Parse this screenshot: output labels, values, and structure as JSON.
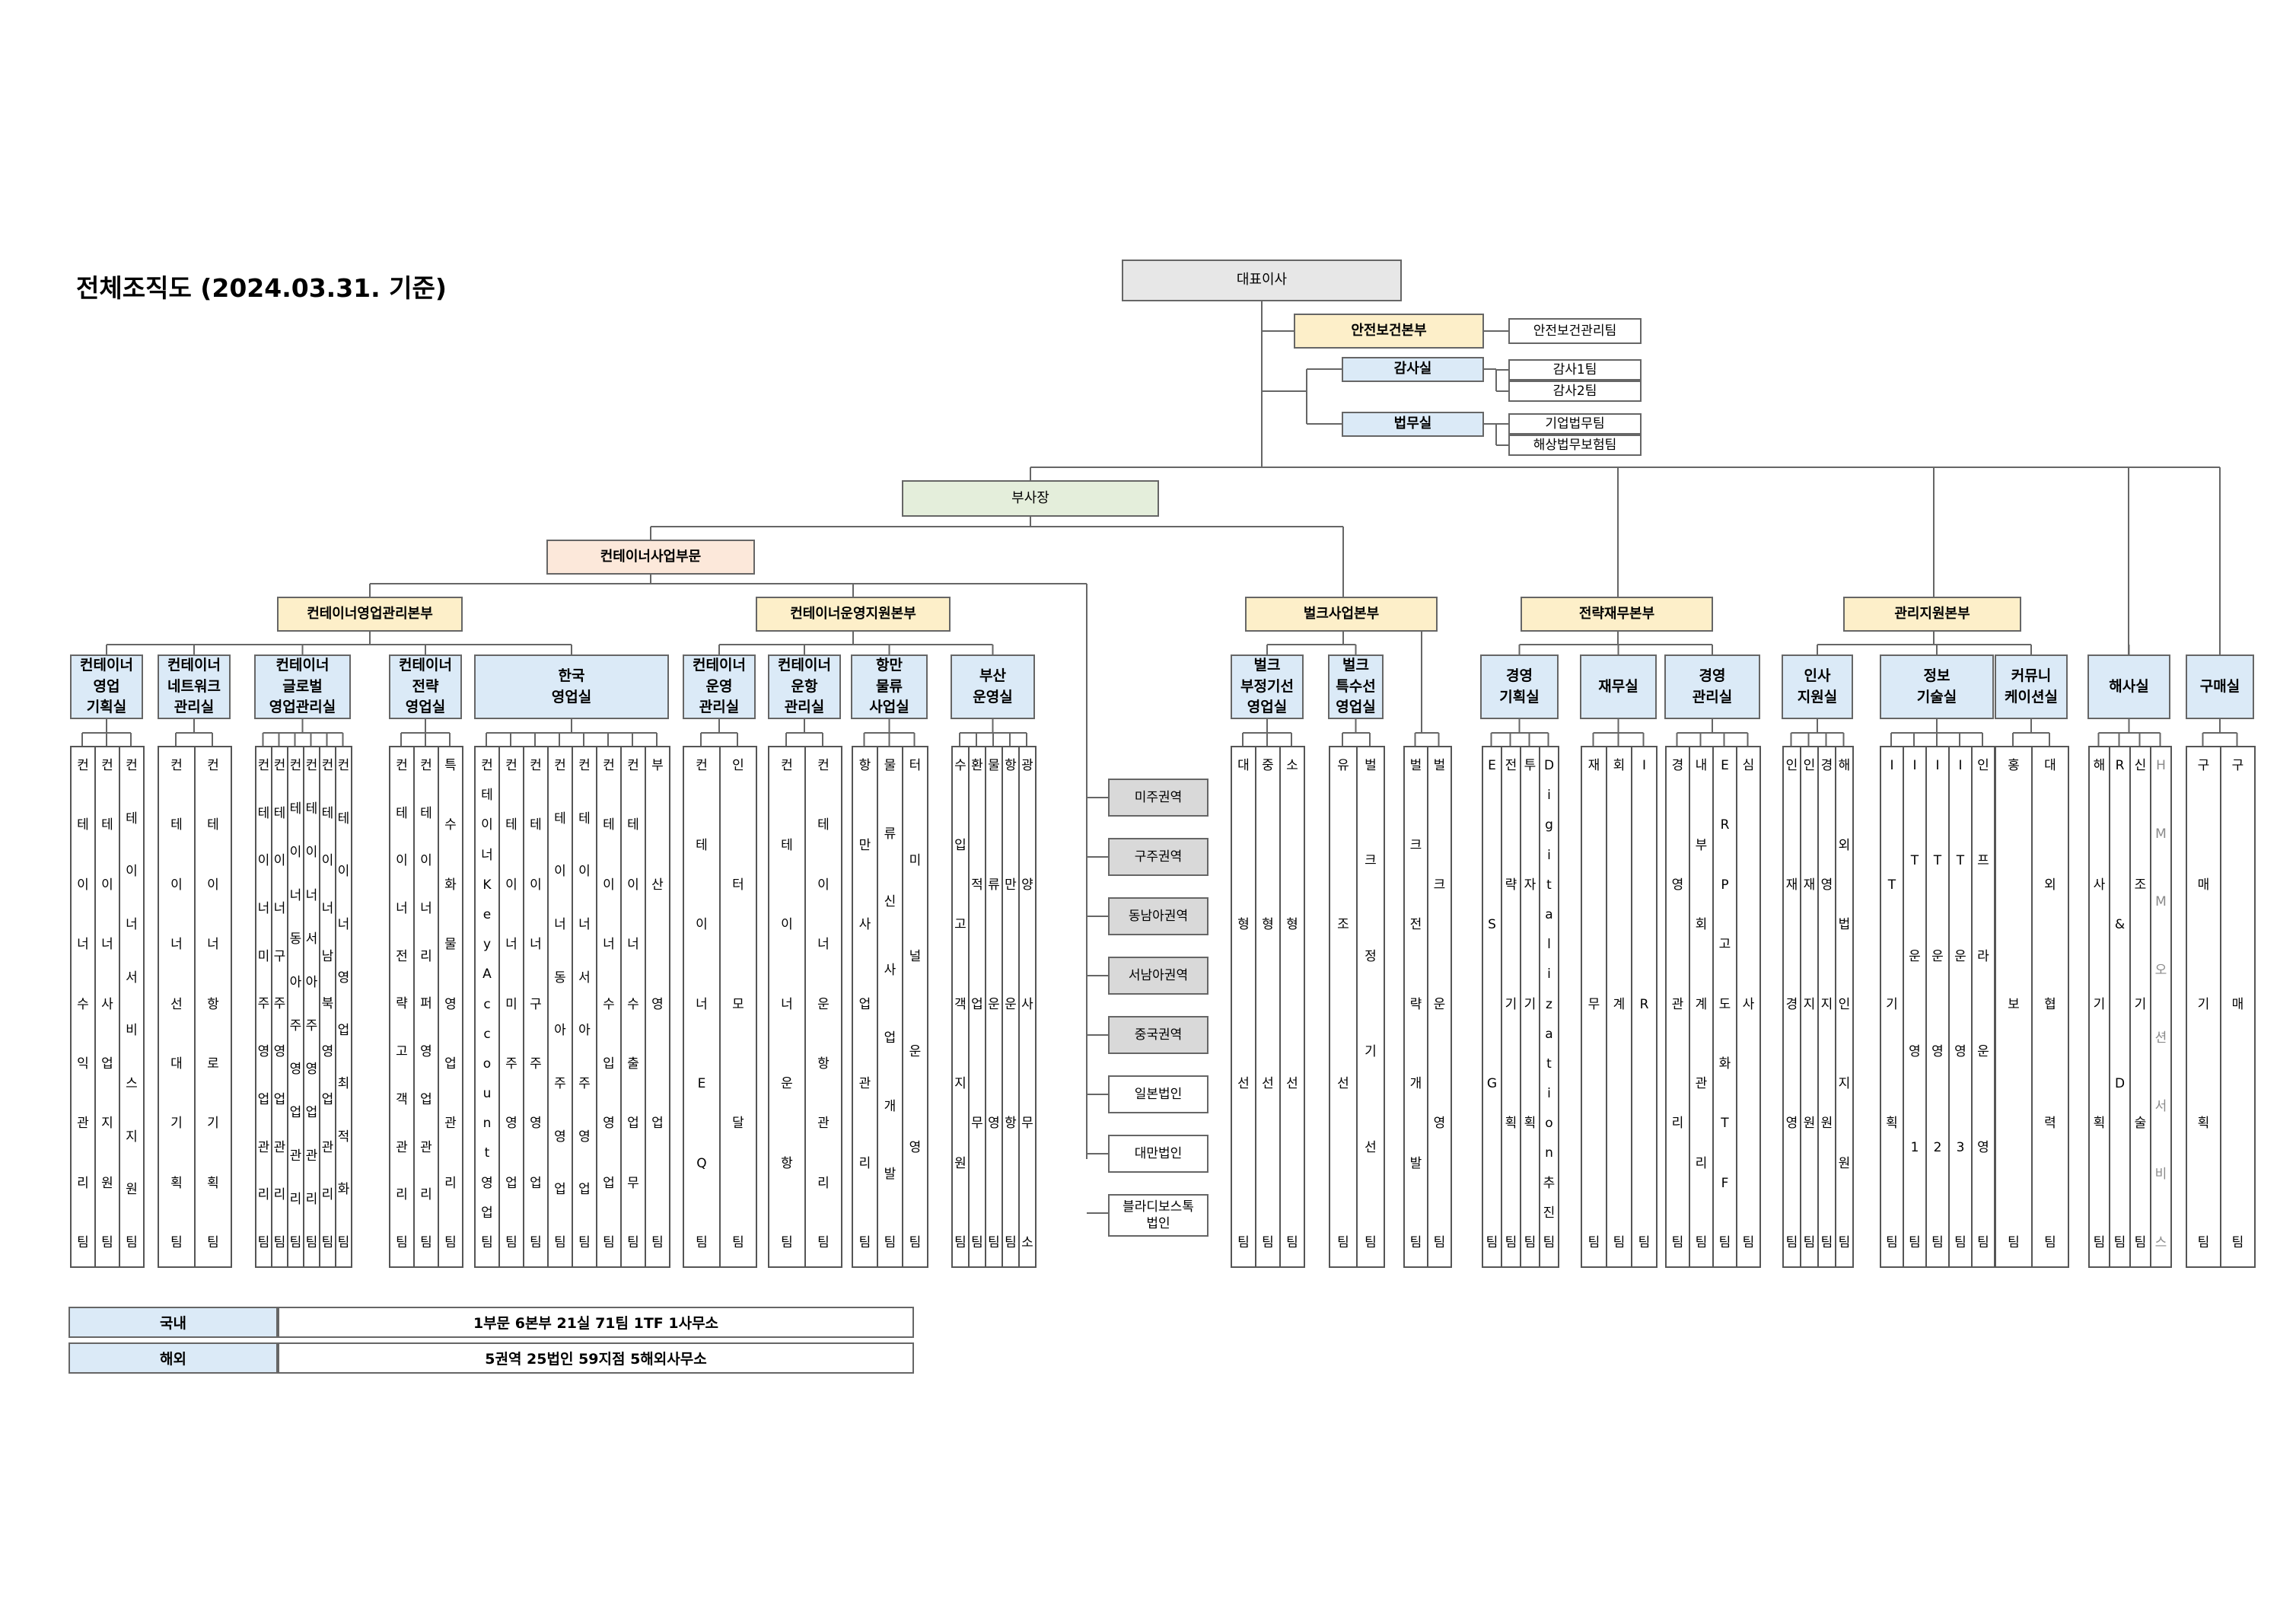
{
  "title": "전체조직도 (2024.03.31. 기준)",
  "nodes": {
    "ceo": "대표이사",
    "safety_hq": "안전보건본부",
    "safety_team": "안전보건관리팀",
    "audit": "감사실",
    "audit1": "감사1팀",
    "audit2": "감사2팀",
    "legal": "법무실",
    "legal1": "기업법무팀",
    "legal2": "해상법무보험팀",
    "vp": "부사장",
    "container_div": "컨테이너사업부문",
    "cont_sales_hq": "컨테이너영업관리본부",
    "cont_ops_hq": "컨테이너운영지원본부",
    "bulk_hq": "벌크사업본부",
    "strategy_hq": "전략재무본부",
    "admin_hq": "관리지원본부"
  },
  "offices": [
    {
      "label": "컨테이너\n영업\n기획실",
      "teams": [
        "컨테이너수익관리팀",
        "컨테이너사업지원팀",
        "컨테이너서비스지원팀"
      ]
    },
    {
      "label": "컨테이너\n네트워크\n관리실",
      "teams": [
        "컨테이너선대기획팀",
        "컨테이너항로기획팀"
      ]
    },
    {
      "label": "컨테이너\n글로벌\n영업관리실",
      "teams": [
        "컨테이너미주영업관리팀",
        "컨테이너구주영업관리팀",
        "컨테이너동아주영업관리팀",
        "컨테이너서아주영업관리팀",
        "컨테이너남북영업관리팀",
        "컨테이너영업최적화팀"
      ]
    },
    {
      "label": "컨테이너\n전략\n영업실",
      "teams": [
        "컨테이너전략고객관리팀",
        "컨테이너리퍼영업관리팀",
        "특수화물영업관리팀"
      ]
    },
    {
      "label": "한국\n영업실",
      "teams": [
        "컨테이너Key Account영업팀",
        "컨테이너미주영업팀",
        "컨테이너구주영업팀",
        "컨테이너동아주영업팀",
        "컨테이너서아주영업팀",
        "컨테이너수입영업팀",
        "컨테이너수출업무팀",
        "부산영업팀"
      ]
    },
    {
      "label": "컨테이너\n운영\n관리실",
      "teams": [
        "컨테이너EQ팀",
        "인터모달팀"
      ]
    },
    {
      "label": "컨테이너\n운항\n관리실",
      "teams": [
        "컨테이너운항팀",
        "컨테이너운항관리팀"
      ]
    },
    {
      "label": "항만\n물류\n사업실",
      "teams": [
        "항만사업관리팀",
        "물류신사업개발팀",
        "터미널운영팀"
      ]
    },
    {
      "label": "부산\n운영실",
      "teams": [
        "수입고객지원팀",
        "환적업무팀",
        "물류운영팀",
        "항만운항팀",
        "광양사무소"
      ]
    },
    {
      "label": "벌크\n부정기선\n영업실",
      "teams": [
        "대형선팀",
        "중형선팀",
        "소형선팀"
      ]
    },
    {
      "label": "벌크\n특수선\n영업실",
      "teams": [
        "유조선팀",
        "벌크정기선팀"
      ]
    },
    {
      "label": "",
      "teams": [
        "벌크전략개발팀",
        "벌크운영팀"
      ]
    },
    {
      "label": "경영\n기획실",
      "teams": [
        "ESG팀",
        "전략기획팀",
        "투자기획팀",
        "Digitalization추진팀"
      ]
    },
    {
      "label": "재무실",
      "teams": [
        "재무팀",
        "회계팀",
        "IR팀"
      ]
    },
    {
      "label": "경영\n관리실",
      "teams": [
        "경영관리팀",
        "내부회계관리팀",
        "ERP고도화TF팀",
        "심사팀"
      ]
    },
    {
      "label": "인사\n지원실",
      "teams": [
        "인재경영팀",
        "인재지원팀",
        "경영지원팀",
        "해외법인지원팀"
      ]
    },
    {
      "label": "정보\n기술실",
      "teams": [
        "IT기획팀",
        "IT운영1팀",
        "IT운영2팀",
        "IT운영3팀",
        "인프라운영팀"
      ]
    },
    {
      "label": "커뮤니\n케이션실",
      "teams": [
        "홍보팀",
        "대외협력팀"
      ]
    },
    {
      "label": "해사실",
      "teams": [
        "해사기획팀",
        "R&D팀",
        "신조기술팀",
        "HMM오션서비스"
      ]
    },
    {
      "label": "구매실",
      "teams": [
        "구매기획팀",
        "구매팀"
      ]
    }
  ],
  "overseas": [
    "미주권역",
    "구주권역",
    "동남아권역",
    "서남아권역",
    "중국권역",
    "일본법인",
    "대만법인",
    "블라디보스톡\n법인"
  ],
  "summary": [
    {
      "label": "국내",
      "value": "1부문 6본부 21실 71팀 1TF 1사무소"
    },
    {
      "label": "해외",
      "value": "5권역 25법인 59지점 5해외사무소"
    }
  ],
  "colors": {
    "gray": "#e7e7e7",
    "yellow": "#fdefc9",
    "blue": "#dbeaf7",
    "green": "#e4eedb",
    "pink": "#fce8da",
    "region": "#d9d9d9",
    "line": "#666666"
  }
}
